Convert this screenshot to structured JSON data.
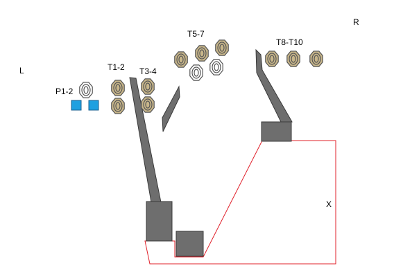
{
  "labels": {
    "left": "L",
    "right": "R",
    "p1_2": "P1-2",
    "t1_2": "T1-2",
    "t3_4": "T3-4",
    "t5_7": "T5-7",
    "t8_t10": "T8-T10",
    "x": "X"
  },
  "colors": {
    "fill_tan": "#c8b68a",
    "fill_white": "#ffffff",
    "stroke": "#555555",
    "block_gray": "#6e6e6e",
    "block_stroke": "#3a3a3a",
    "marker_blue": "#1ea0e0",
    "marker_stroke": "#1a5f8f",
    "line_red": "#e0202a"
  },
  "targets": {
    "p1_2": [
      {
        "fill": "white"
      }
    ],
    "t1_2": [
      {
        "fill": "tan"
      },
      {
        "fill": "tan"
      }
    ],
    "t3_4": [
      {
        "fill": "tan"
      },
      {
        "fill": "tan"
      }
    ],
    "t5_7": [
      {
        "fill": "tan"
      },
      {
        "fill": "tan"
      },
      {
        "fill": "tan"
      },
      {
        "fill": "white"
      },
      {
        "fill": "white"
      }
    ],
    "t8_t10": [
      {
        "fill": "tan"
      },
      {
        "fill": "tan"
      },
      {
        "fill": "tan"
      }
    ]
  }
}
